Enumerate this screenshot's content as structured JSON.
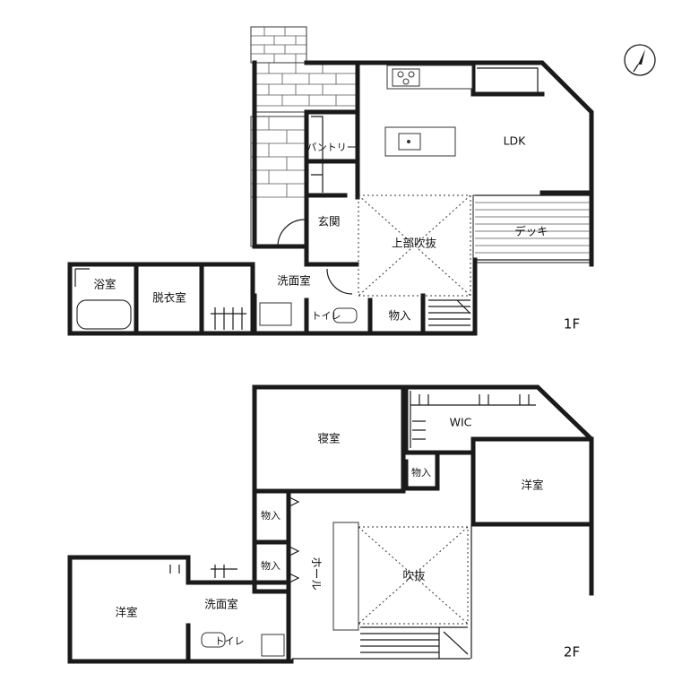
{
  "floor1": {
    "label": "1F",
    "rooms": {
      "ldk": "LDK",
      "pantry": "パントリー",
      "entrance": "玄関",
      "upper_void": "上部吹抜",
      "deck": "デッキ",
      "bath": "浴室",
      "dressing": "脱衣室",
      "washroom": "洗面室",
      "toilet": "トイレ",
      "storage": "物入"
    }
  },
  "floor2": {
    "label": "2F",
    "rooms": {
      "bedroom": "寝室",
      "wic": "WIC",
      "storage_a": "物入",
      "western_right": "洋室",
      "storage_b": "物入",
      "storage_c": "物入",
      "hall": "ホール",
      "void": "吹抜",
      "western_left": "洋室",
      "washroom": "洗面室",
      "toilet": "トイレ"
    }
  },
  "compass": {
    "icon": "north-arrow-icon"
  }
}
